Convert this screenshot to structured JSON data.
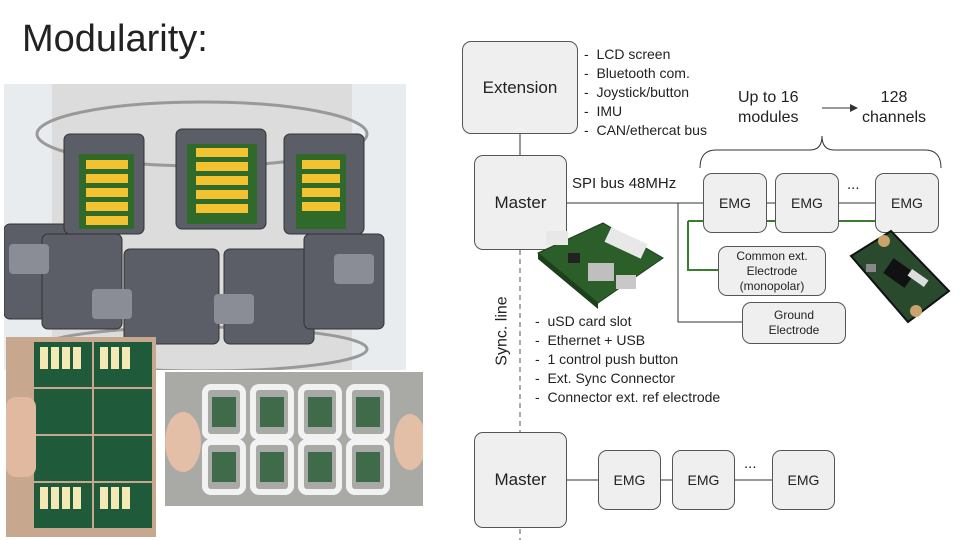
{
  "title": "Modularity:",
  "extension": {
    "label": "Extension",
    "features": [
      "LCD screen",
      "Bluetooth com.",
      "Joystick/button",
      "IMU",
      "CAN/ethercat bus"
    ]
  },
  "modules_note": {
    "line1": "Up to 16",
    "line2": "modules"
  },
  "channels_note": {
    "line1": "128",
    "line2": "channels"
  },
  "master_top": {
    "label": "Master"
  },
  "spi_label": "SPI bus 48MHz",
  "emg_top": [
    "EMG",
    "EMG",
    "EMG"
  ],
  "ellipsis_top": "...",
  "common_electrode": {
    "line1": "Common ext.",
    "line2": "Electrode",
    "line3": "(monopolar)"
  },
  "ground_electrode": {
    "line1": "Ground",
    "line2": "Electrode"
  },
  "sync_label": "Sync. line",
  "master_features": [
    "uSD card slot",
    "Ethernet + USB",
    "1 control push button",
    "Ext. Sync Connector",
    "Connector ext. ref electrode"
  ],
  "master_bottom": {
    "label": "Master"
  },
  "emg_bottom": [
    "EMG",
    "EMG",
    "EMG"
  ],
  "ellipsis_bottom": "...",
  "colors": {
    "box_fill": "#efefef",
    "green_wire": "#3a7d2c",
    "board_green": "#2c5e2a",
    "electrode_gold": "#f2c230"
  }
}
